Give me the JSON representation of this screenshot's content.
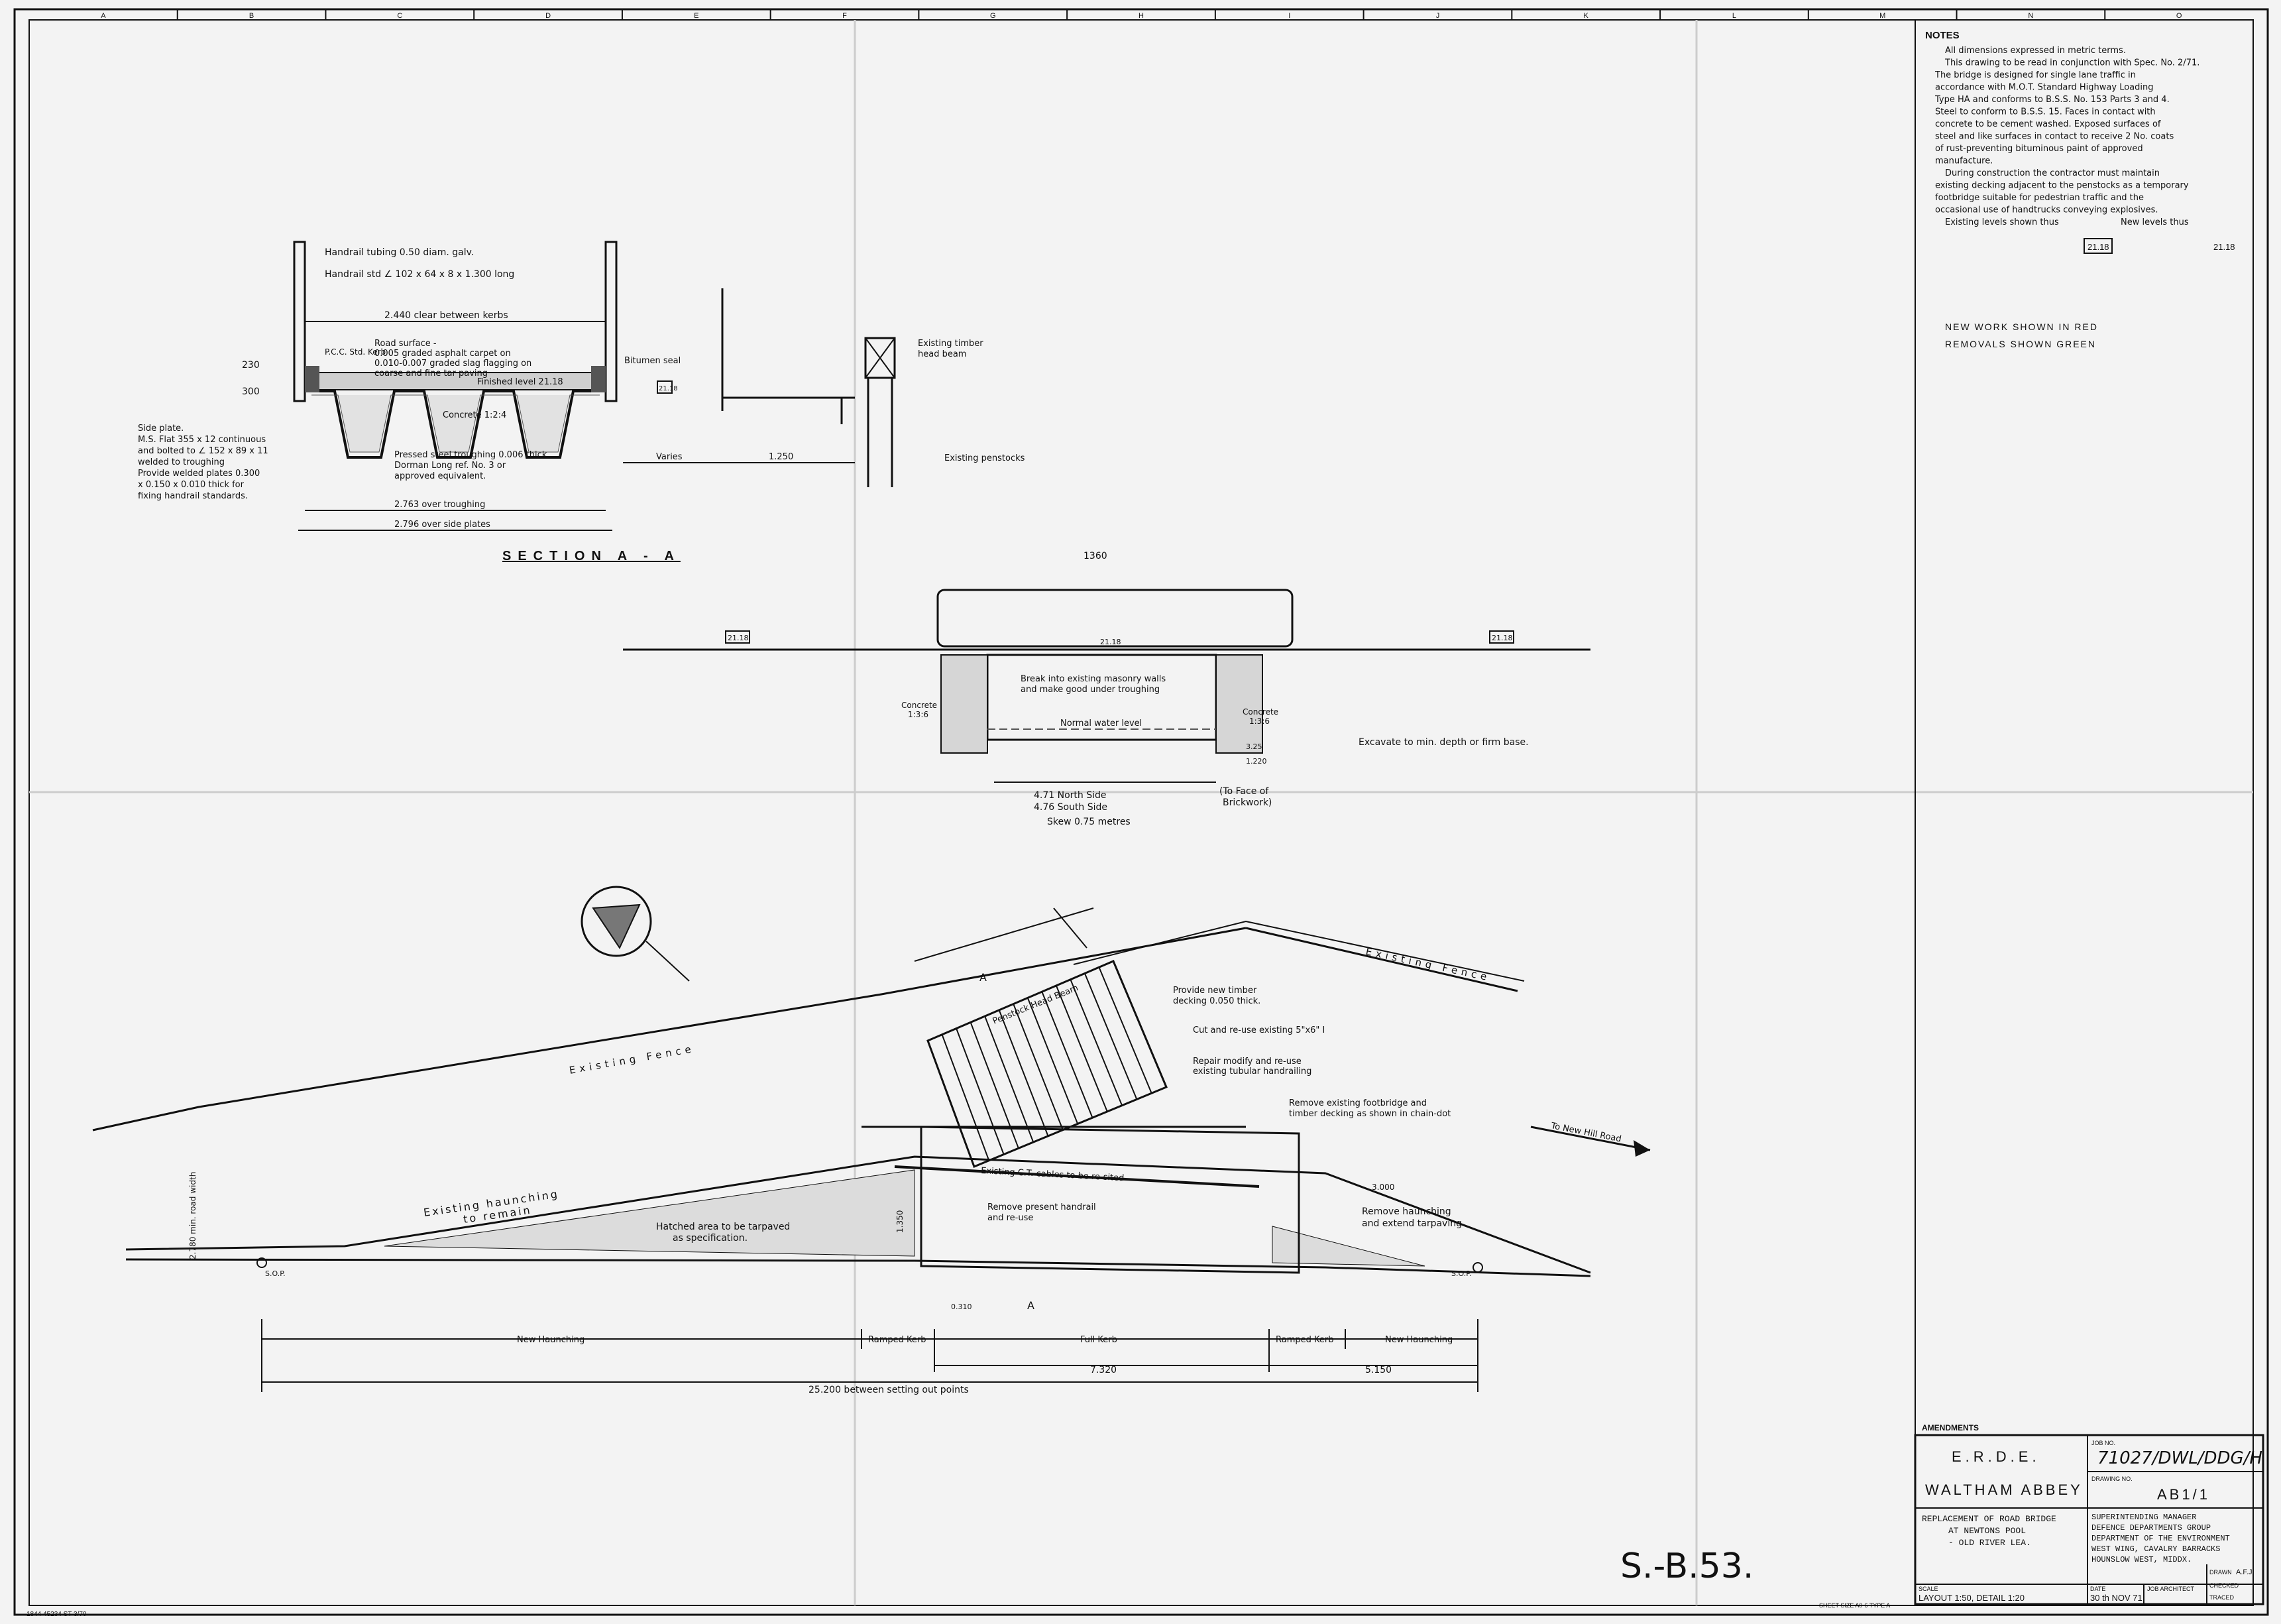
{
  "grid": {
    "cols": [
      "A",
      "B",
      "C",
      "D",
      "E",
      "F",
      "G",
      "H",
      "I",
      "J",
      "K",
      "L",
      "M",
      "N",
      "O"
    ]
  },
  "notes": {
    "heading": "NOTES",
    "lines": [
      "All dimensions expressed in metric terms.",
      "This drawing to be read in conjunction with Spec. No. 2/71.",
      "The bridge is designed for single lane traffic in",
      "accordance with M.O.T. Standard Highway Loading",
      "Type HA and conforms to B.S.S. No. 153 Parts 3 and 4.",
      "Steel to conform to B.S.S. 15. Faces in contact with",
      "concrete to be cement washed. Exposed surfaces of",
      "steel and like surfaces in contact to receive 2 No. coats",
      "of rust-preventing bituminous paint of approved",
      "manufacture.",
      "During construction the contractor must maintain",
      "existing decking adjacent to the penstocks as a temporary",
      "footbridge suitable for pedestrian traffic and the",
      "occasional use of handtrucks conveying explosives.",
      "Existing levels shown thus",
      "New levels thus"
    ],
    "level_box": "21.18",
    "level_new": "21.18",
    "new_work": "NEW WORK SHOWN IN RED",
    "removals": "REMOVALS SHOWN GREEN"
  },
  "section": {
    "title": "SECTION  A - A",
    "labels": {
      "handrail_tubing": "Handrail tubing 0.50 diam. galv.",
      "handrail_std": "Handrail std ∠ 102 x 64 x 8 x 1.300 long",
      "clear_kerbs": "2.440 clear between kerbs",
      "road_surface_1": "Road surface -",
      "road_surface_2": "0.005 graded asphalt carpet on",
      "road_surface_3": "0.010-0.007 graded slag flagging on",
      "road_surface_4": "coarse and fine tar paving",
      "finished_level": "Finished level 21.18",
      "pcc_kerb": "P.C.C. Std. Kerb",
      "bitumen_seal": "Bitumen seal",
      "concrete": "Concrete 1:2:4",
      "side_plate_1": "Side plate.",
      "side_plate_2": "M.S. Flat 355 x 12 continuous",
      "side_plate_3": "and bolted to ∠ 152 x 89 x 11",
      "side_plate_4": "welded to troughing",
      "side_plate_5": "Provide welded plates 0.300",
      "side_plate_6": "x 0.150 x 0.010 thick for",
      "side_plate_7": "fixing handrail standards.",
      "troughing_1": "Pressed steel troughing 0.006 thick",
      "troughing_2": "Dorman Long ref. No. 3 or",
      "troughing_3": "approved equivalent.",
      "over_troughing": "2.763 over troughing",
      "over_plates": "2.796 over side plates",
      "existing_timber": "Existing timber",
      "head_beam": "head beam",
      "existing_penstocks": "Existing penstocks",
      "varies": "Varies",
      "dim_1250": "1.250",
      "dim_230": "230",
      "dim_300": "300",
      "lvl_2118": "21.18"
    }
  },
  "elevation": {
    "dim_top": "1360",
    "lvl_left": "21.18",
    "lvl_mid": "21.18",
    "lvl_right": "21.18",
    "break_1": "Break into existing masonry walls",
    "break_2": "and make good under troughing",
    "concrete_l": "Concrete",
    "concrete_l2": "1:3:6",
    "concrete_r": "Concrete",
    "concrete_r2": "1:3:6",
    "water": "Normal water level",
    "excavate": "Excavate to min. depth or firm base.",
    "north": "4.71 North Side",
    "south": "4.76 South Side",
    "to_face": "(To Face of",
    "brickwork": "Brickwork)",
    "skew": "Skew 0.75 metres",
    "dim_1220": "1.220",
    "dim_325": "3.25"
  },
  "plan": {
    "existing_fence_1": "Existing Fence",
    "existing_fence_2": "Existing Fence",
    "to_new_hill": "To New Hill Road",
    "haunching_remain_1": "Existing haunching",
    "haunching_remain_2": "to remain",
    "hatched_1": "Hatched area to be tarpaved",
    "hatched_2": "as specification.",
    "timber_decking_1": "Provide new timber",
    "timber_decking_2": "decking 0.050 thick.",
    "cut_reuse": "Cut and re-use existing 5\"x6\" I",
    "repair_1": "Repair modify and re-use",
    "repair_2": "existing tubular handrailing",
    "remove_fb_1": "Remove existing footbridge and",
    "remove_fb_2": "timber decking as shown in chain-dot",
    "existing_ct": "Existing C.T. cables to be re-sited",
    "remove_handrail_1": "Remove present handrail",
    "remove_handrail_2": "and re-use",
    "remove_haunch_1": "Remove haunching",
    "remove_haunch_2": "and extend tarpaving",
    "penstock_beam": "Penstock Head Beam",
    "road_width": "2.780 min. road width",
    "sop_l": "S.O.P.",
    "sop_r": "S.O.P.",
    "dim_1350": "1.350",
    "dim_3000": "3.000",
    "seg_new_haunch_l": "New Haunching",
    "seg_ramped_l": "Ramped Kerb",
    "seg_full": "Full Kerb",
    "seg_ramped_r": "Ramped Kerb",
    "seg_new_haunch_r": "New Haunching",
    "dim_7320": "7.320",
    "dim_5150": "5.150",
    "dim_25200": "25.200 between setting out points",
    "mark_a": "A",
    "mark_a2": "A",
    "dim_0310": "0.310"
  },
  "title_block": {
    "amendments": "AMENDMENTS",
    "org_1": "E.R.D.E.",
    "org_2": "WALTHAM ABBEY",
    "job_no_label": "JOB NO.",
    "job_no": "71027/DWL/DDG/H",
    "drawing_no_label": "DRAWING NO.",
    "drawing_no": "AB1/1",
    "desc_1": "REPLACEMENT OF ROAD BRIDGE",
    "desc_2": "AT NEWTONS POOL",
    "desc_3": "- OLD RIVER LEA.",
    "auth_1": "SUPERINTENDING MANAGER",
    "auth_2": "DEFENCE DEPARTMENTS GROUP",
    "auth_3": "DEPARTMENT OF THE ENVIRONMENT",
    "auth_4": "WEST WING, CAVALRY BARRACKS",
    "auth_5": "HOUNSLOW WEST, MIDDX.",
    "scale_label": "SCALE",
    "scale": "LAYOUT 1:50, DETAIL 1:20",
    "date_label": "DATE",
    "date": "30 th NOV 71",
    "job_architect": "JOB ARCHITECT",
    "drawn_label": "DRAWN",
    "drawn": "A.F.J.",
    "checked_label": "CHECKED",
    "traced_label": "TRACED",
    "sheet_size": "SHEET SIZE A0-6 TYPE A",
    "handwritten": "S.-B.53.",
    "print_ref": "1844 45234 ST 3/70"
  }
}
